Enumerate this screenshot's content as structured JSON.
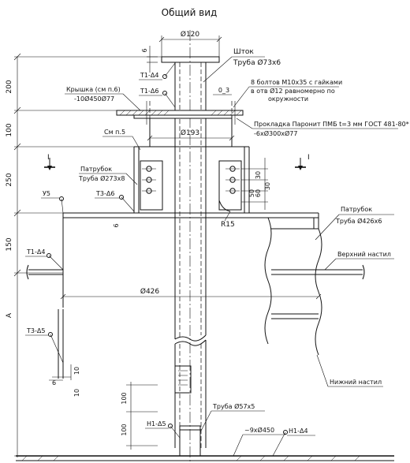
{
  "title": "Общий вид",
  "dims": {
    "d120": "Ø120",
    "d193": "Ø193",
    "d426": "Ø426",
    "v6": "6",
    "v200": "200",
    "v100a": "100",
    "v250": "250",
    "v150": "150",
    "vA": "A",
    "v0_3": "0_3",
    "v30a": "30",
    "v30b": "30",
    "v60": "60",
    "v50": "50",
    "v6b": "6",
    "v10a": "10",
    "v10b": "10",
    "v6c": "6",
    "v100b": "100",
    "v100c": "100",
    "r15": "R15",
    "sec_left": "I",
    "sec_right": "I"
  },
  "labels": {
    "shtok_title": "Шток",
    "shtok_pipe": "Труба Ø73х6",
    "bolts_1": "8 болтов М10х35 с гайками",
    "bolts_2": "в отв Ø12 равномерно по",
    "bolts_3": "окружности",
    "lid_1": "Крышка (см п.6)",
    "lid_2": "-10Ø450Ø77",
    "gasket_1": "Прокладка Паронит ПМБ t=3 мм ГОСТ 481-80*",
    "gasket_2": "-6хØ300хØ77",
    "see5": "См п.5",
    "nozzle_1": "Патрубок",
    "nozzle_2": "Труба Ø273х8",
    "nozzle_r1": "Патрубок",
    "nozzle_r2": "Труба Ø426х6",
    "upper_deck": "Верхний настил",
    "lower_deck": "Нижний настил",
    "pipe57": "Труба Ø57х5",
    "plate450": "~9хØ450",
    "w_t1_top": "Т1-Δ4",
    "w_t1_mid": "Т1-Δ6",
    "w_t3_6": "Т3-Δ6",
    "w_u5": "У5",
    "w_t1_left": "Т1-Δ4",
    "w_t3_5": "Т3-Δ5",
    "w_n1_5": "Н1-Δ5",
    "w_n1_4": "Н1-Δ4"
  }
}
